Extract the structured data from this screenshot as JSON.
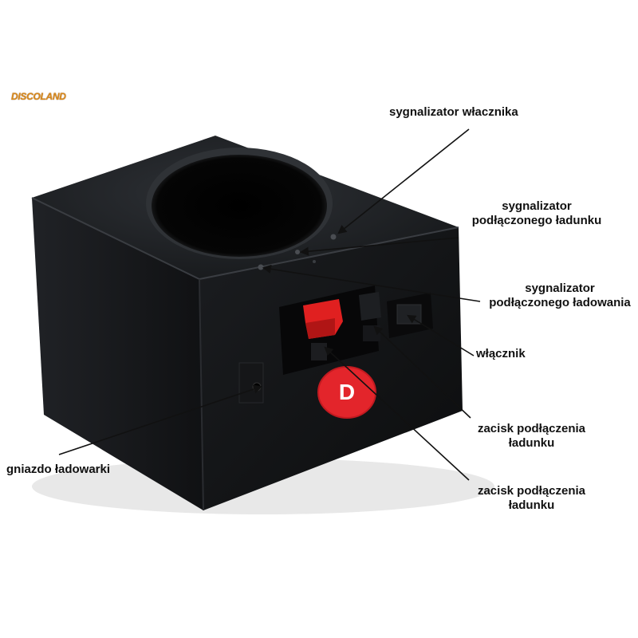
{
  "logo": {
    "text": "DISCOLAND"
  },
  "device": {
    "badge_letter": "D"
  },
  "labels": {
    "power_indicator": "sygnalizator włacznika",
    "charge_connected_indicator": [
      "sygnalizator",
      "podłączonego ładunku"
    ],
    "charging_indicator": [
      "sygnalizator",
      "podłączonego ładowania"
    ],
    "power_switch": "włącznik",
    "charge_clamp_1": [
      "zacisk podłączenia",
      "ładunku"
    ],
    "charge_clamp_2": [
      "zacisk podłączenia",
      "ładunku"
    ],
    "charger_socket": "gniazdo ładowarki"
  }
}
